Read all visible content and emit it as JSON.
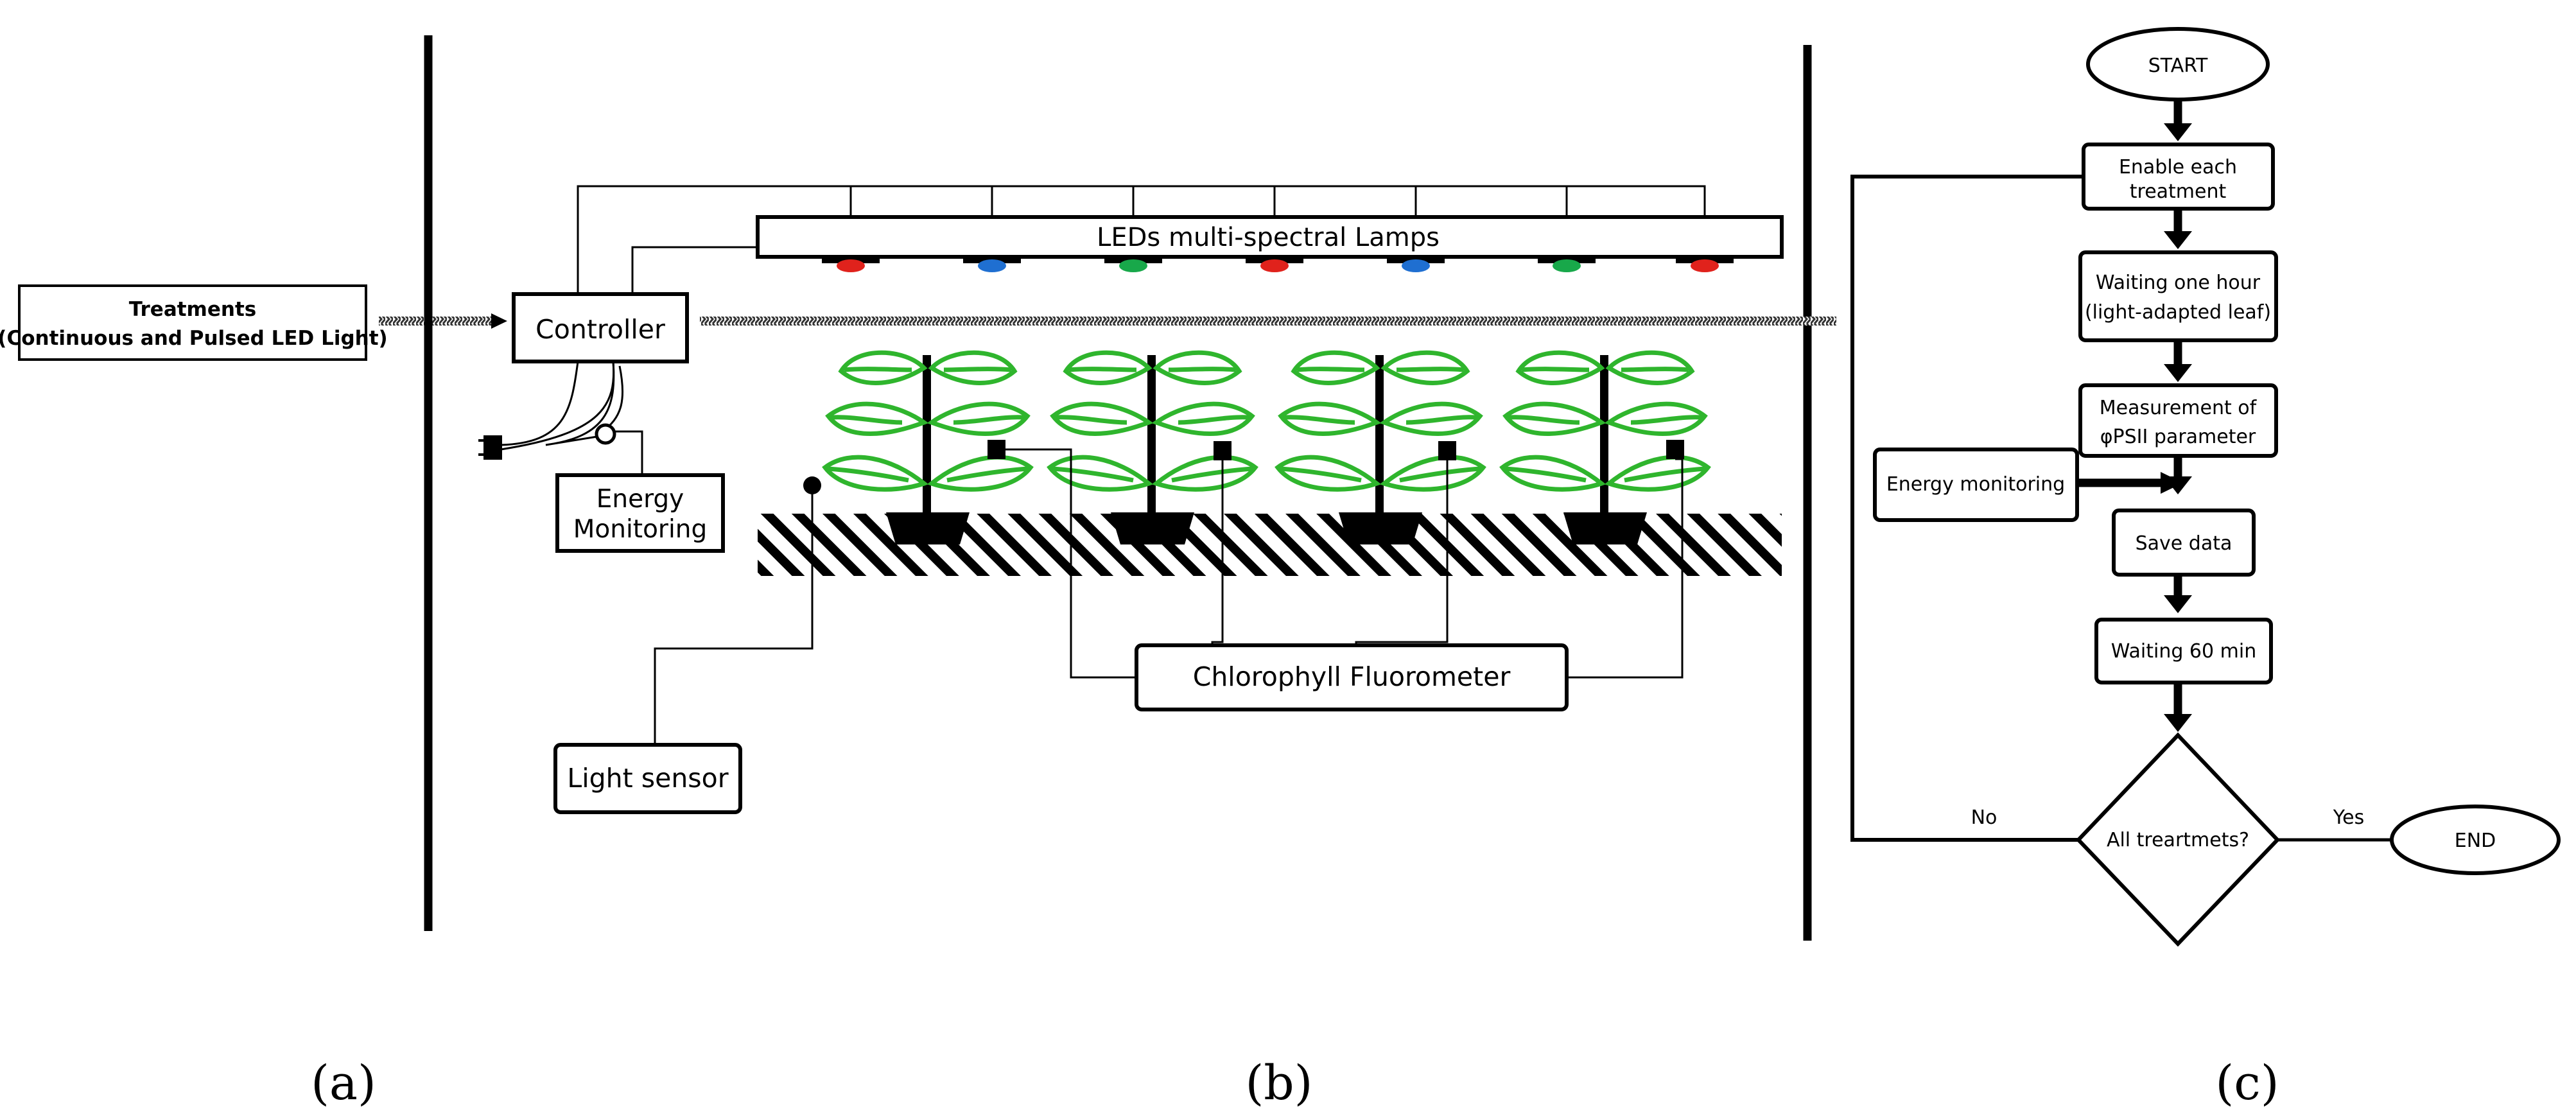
{
  "panels": {
    "a": {
      "label": "(a)",
      "treatments_line1": "Treatments",
      "treatments_line2": "(Continuous and Pulsed LED Light)"
    },
    "b": {
      "label": "(b)",
      "controller": "Controller",
      "leds": "LEDs multi-spectral Lamps",
      "energy_line1": "Energy",
      "energy_line2": "Monitoring",
      "light_sensor": "Light sensor",
      "fluorometer": "Chlorophyll Fluorometer",
      "led_colors": [
        "#e0221c",
        "#1f6fd1",
        "#18a84a",
        "#e0221c",
        "#1f6fd1",
        "#18a84a",
        "#e0221c"
      ]
    },
    "c": {
      "label": "(c)",
      "start": "START",
      "enable_line1": "Enable each",
      "enable_line2": "treatment",
      "wait_hour_line1": "Waiting one hour",
      "wait_hour_line2": "(light-adapted leaf)",
      "measure_line1": "Measurement of",
      "measure_line2": "φPSII parameter",
      "energy_monitoring": "Energy monitoring",
      "save": "Save data",
      "wait_min": "Waiting 60 min",
      "decision": "All treartmets?",
      "no": "No",
      "yes": "Yes",
      "end": "END"
    }
  },
  "colors": {
    "plant": "#2fb52d",
    "ink": "#000000"
  }
}
